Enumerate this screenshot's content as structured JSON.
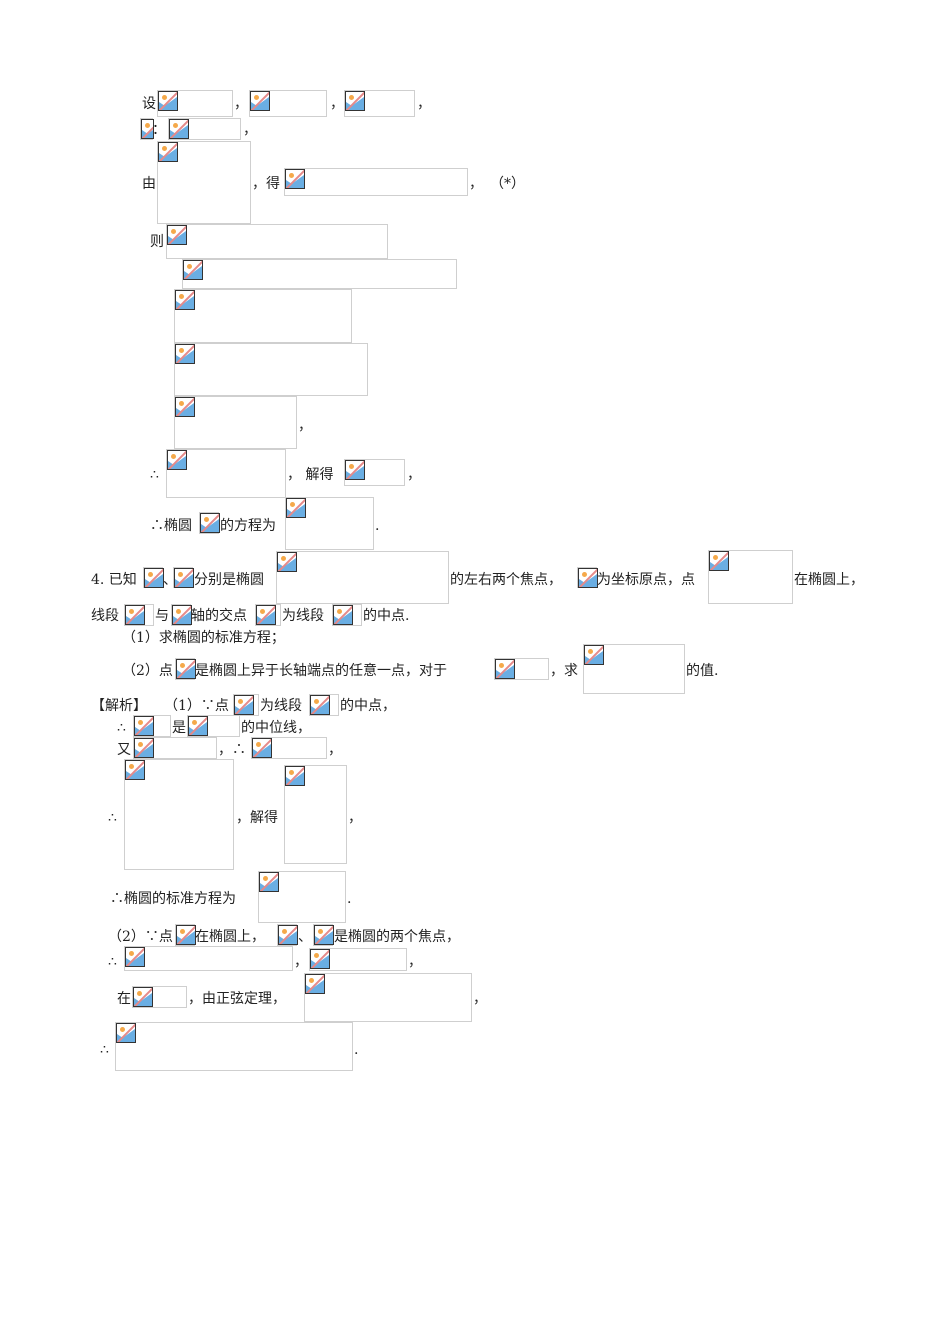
{
  "document": {
    "problem3_solution": {
      "line1": {
        "prefix": "设",
        "sep1": "，",
        "sep2": "，",
        "sep3": "，"
      },
      "line2": {
        "colon": "：",
        "sep": "，"
      },
      "line3": {
        "prefix": "由",
        "mid": "，得",
        "suffix": "，",
        "tag": "（*）"
      },
      "line4": {
        "prefix": "则"
      },
      "line8": {
        "suffix": "，"
      },
      "line9": {
        "prefix": "∴",
        "mid": "，  解得",
        "suffix": "，"
      },
      "line10": {
        "prefix": "∴椭圆",
        "mid": "的方程为",
        "suffix": "."
      }
    },
    "problem4": {
      "line1": {
        "prefix": "4. 已知",
        "sep": "、",
        "t1": "分别是椭圆",
        "t2": "的左右两个焦点，",
        "t3": "为坐标原点，点",
        "t4": "在椭圆上，"
      },
      "line2": {
        "prefix": "线段",
        "t1": "与",
        "t2": "轴的交点",
        "t3": "为线段",
        "t4": "的中点."
      },
      "part1": "（1）求椭圆的标准方程；",
      "part2": {
        "prefix": "（2）点",
        "t1": "是椭圆上异于长轴端点的任意一点，对于",
        "t2": "，求",
        "t3": "的值."
      }
    },
    "problem4_solution": {
      "line1": {
        "label": "【解析】",
        "prefix": "（1）∵点",
        "t1": "为线段",
        "t2": "的中点，"
      },
      "line2": {
        "prefix": "∴",
        "t1": "是",
        "t2": "的中位线，"
      },
      "line3": {
        "prefix": "又",
        "t1": "，∴",
        "t2": "，"
      },
      "line4": {
        "prefix": "∴",
        "t1": "，解得",
        "t2": "，"
      },
      "line5": {
        "prefix": "∴椭圆的标准方程为",
        "suffix": "."
      },
      "line6": {
        "prefix": "（2）∵点",
        "t1": "在椭圆上，",
        "sep": "、",
        "t2": "是椭圆的两个焦点，"
      },
      "line7": {
        "prefix": "∴",
        "t1": "，",
        "t2": "，"
      },
      "line8": {
        "prefix": "在",
        "t1": "，由正弦定理，",
        "t2": "，"
      },
      "line9": {
        "prefix": "∴",
        "suffix": "."
      }
    }
  },
  "broken_image_icon": "broken-image-icon"
}
